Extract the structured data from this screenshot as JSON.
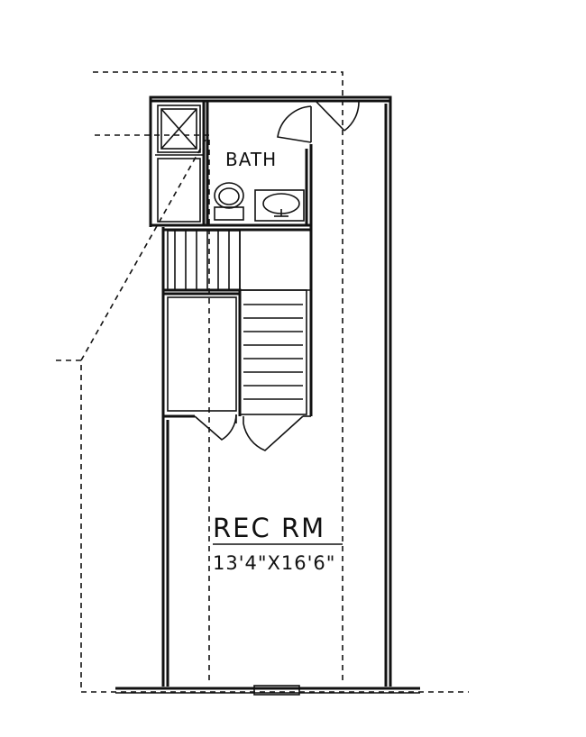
{
  "labels": {
    "bath": "BATH",
    "rec_room": "REC RM",
    "rec_room_dimensions": "13'4\"X16'6\""
  }
}
